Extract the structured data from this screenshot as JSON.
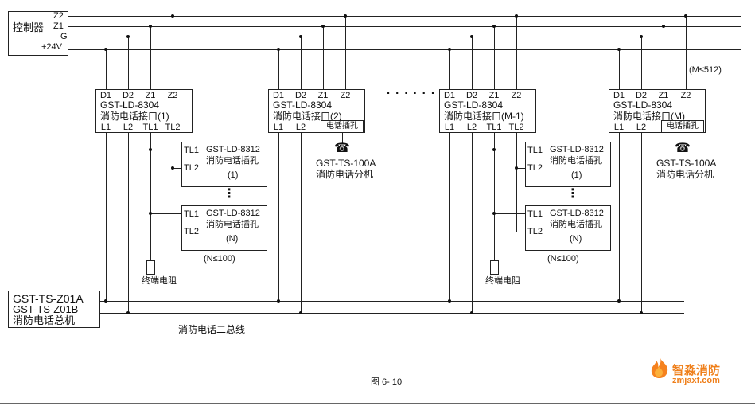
{
  "page": {
    "caption": "图 6- 10",
    "m_limit": "(M≤512)",
    "h_ellipsis": "· · · · · ·",
    "bus_label": "消防电话二总线"
  },
  "icons": {
    "telephone": "☎"
  },
  "controller": {
    "label": "控制器",
    "terminals": {
      "z2": "Z2",
      "z1": "Z1",
      "g": "G",
      "v24": "+24V"
    }
  },
  "main_unit": {
    "line1": "GST-TS-Z01A",
    "line2": "GST-TS-Z01B",
    "line3": "消防电话总机"
  },
  "interfaces": [
    {
      "model": "GST-LD-8304",
      "name": "消防电话接口(1)",
      "d1": "D1",
      "d2": "D2",
      "z1": "Z1",
      "z2": "Z2",
      "l1": "L1",
      "l2": "L2",
      "tl1": "TL1",
      "tl2": "TL2"
    },
    {
      "model": "GST-LD-8304",
      "name": "消防电话接口(2)",
      "d1": "D1",
      "d2": "D2",
      "z1": "Z1",
      "z2": "Z2",
      "l1": "L1",
      "l2": "L2",
      "jack": "电话插孔"
    },
    {
      "model": "GST-LD-8304",
      "name": "消防电话接口(M-1)",
      "d1": "D1",
      "d2": "D2",
      "z1": "Z1",
      "z2": "Z2",
      "l1": "L1",
      "l2": "L2",
      "tl1": "TL1",
      "tl2": "TL2"
    },
    {
      "model": "GST-LD-8304",
      "name": "消防电话接口(M)",
      "d1": "D1",
      "d2": "D2",
      "z1": "Z1",
      "z2": "Z2",
      "l1": "L1",
      "l2": "L2",
      "jack": "电话插孔"
    }
  ],
  "jack_columns": [
    {
      "first": {
        "tl1": "TL1",
        "tl2": "TL2",
        "model": "GST-LD-8312",
        "name": "消防电话插孔",
        "idx": "(1)"
      },
      "last": {
        "tl1": "TL1",
        "tl2": "TL2",
        "model": "GST-LD-8312",
        "name": "消防电话插孔",
        "idx": "(N)"
      },
      "v_ellipsis": "⋮",
      "n_limit": "(N≤100)",
      "resistor": "终端电阻"
    },
    {
      "first": {
        "tl1": "TL1",
        "tl2": "TL2",
        "model": "GST-LD-8312",
        "name": "消防电话插孔",
        "idx": "(1)"
      },
      "last": {
        "tl1": "TL1",
        "tl2": "TL2",
        "model": "GST-LD-8312",
        "name": "消防电话插孔",
        "idx": "(N)"
      },
      "v_ellipsis": "⋮",
      "n_limit": "(N≤100)",
      "resistor": "终端电阻"
    }
  ],
  "extensions": [
    {
      "model": "GST-TS-100A",
      "name": "消防电话分机"
    },
    {
      "model": "GST-TS-100A",
      "name": "消防电话分机"
    }
  ],
  "logo": {
    "title": "智淼消防",
    "url": "zmjaxf.com",
    "color": "#ef7f1a"
  }
}
